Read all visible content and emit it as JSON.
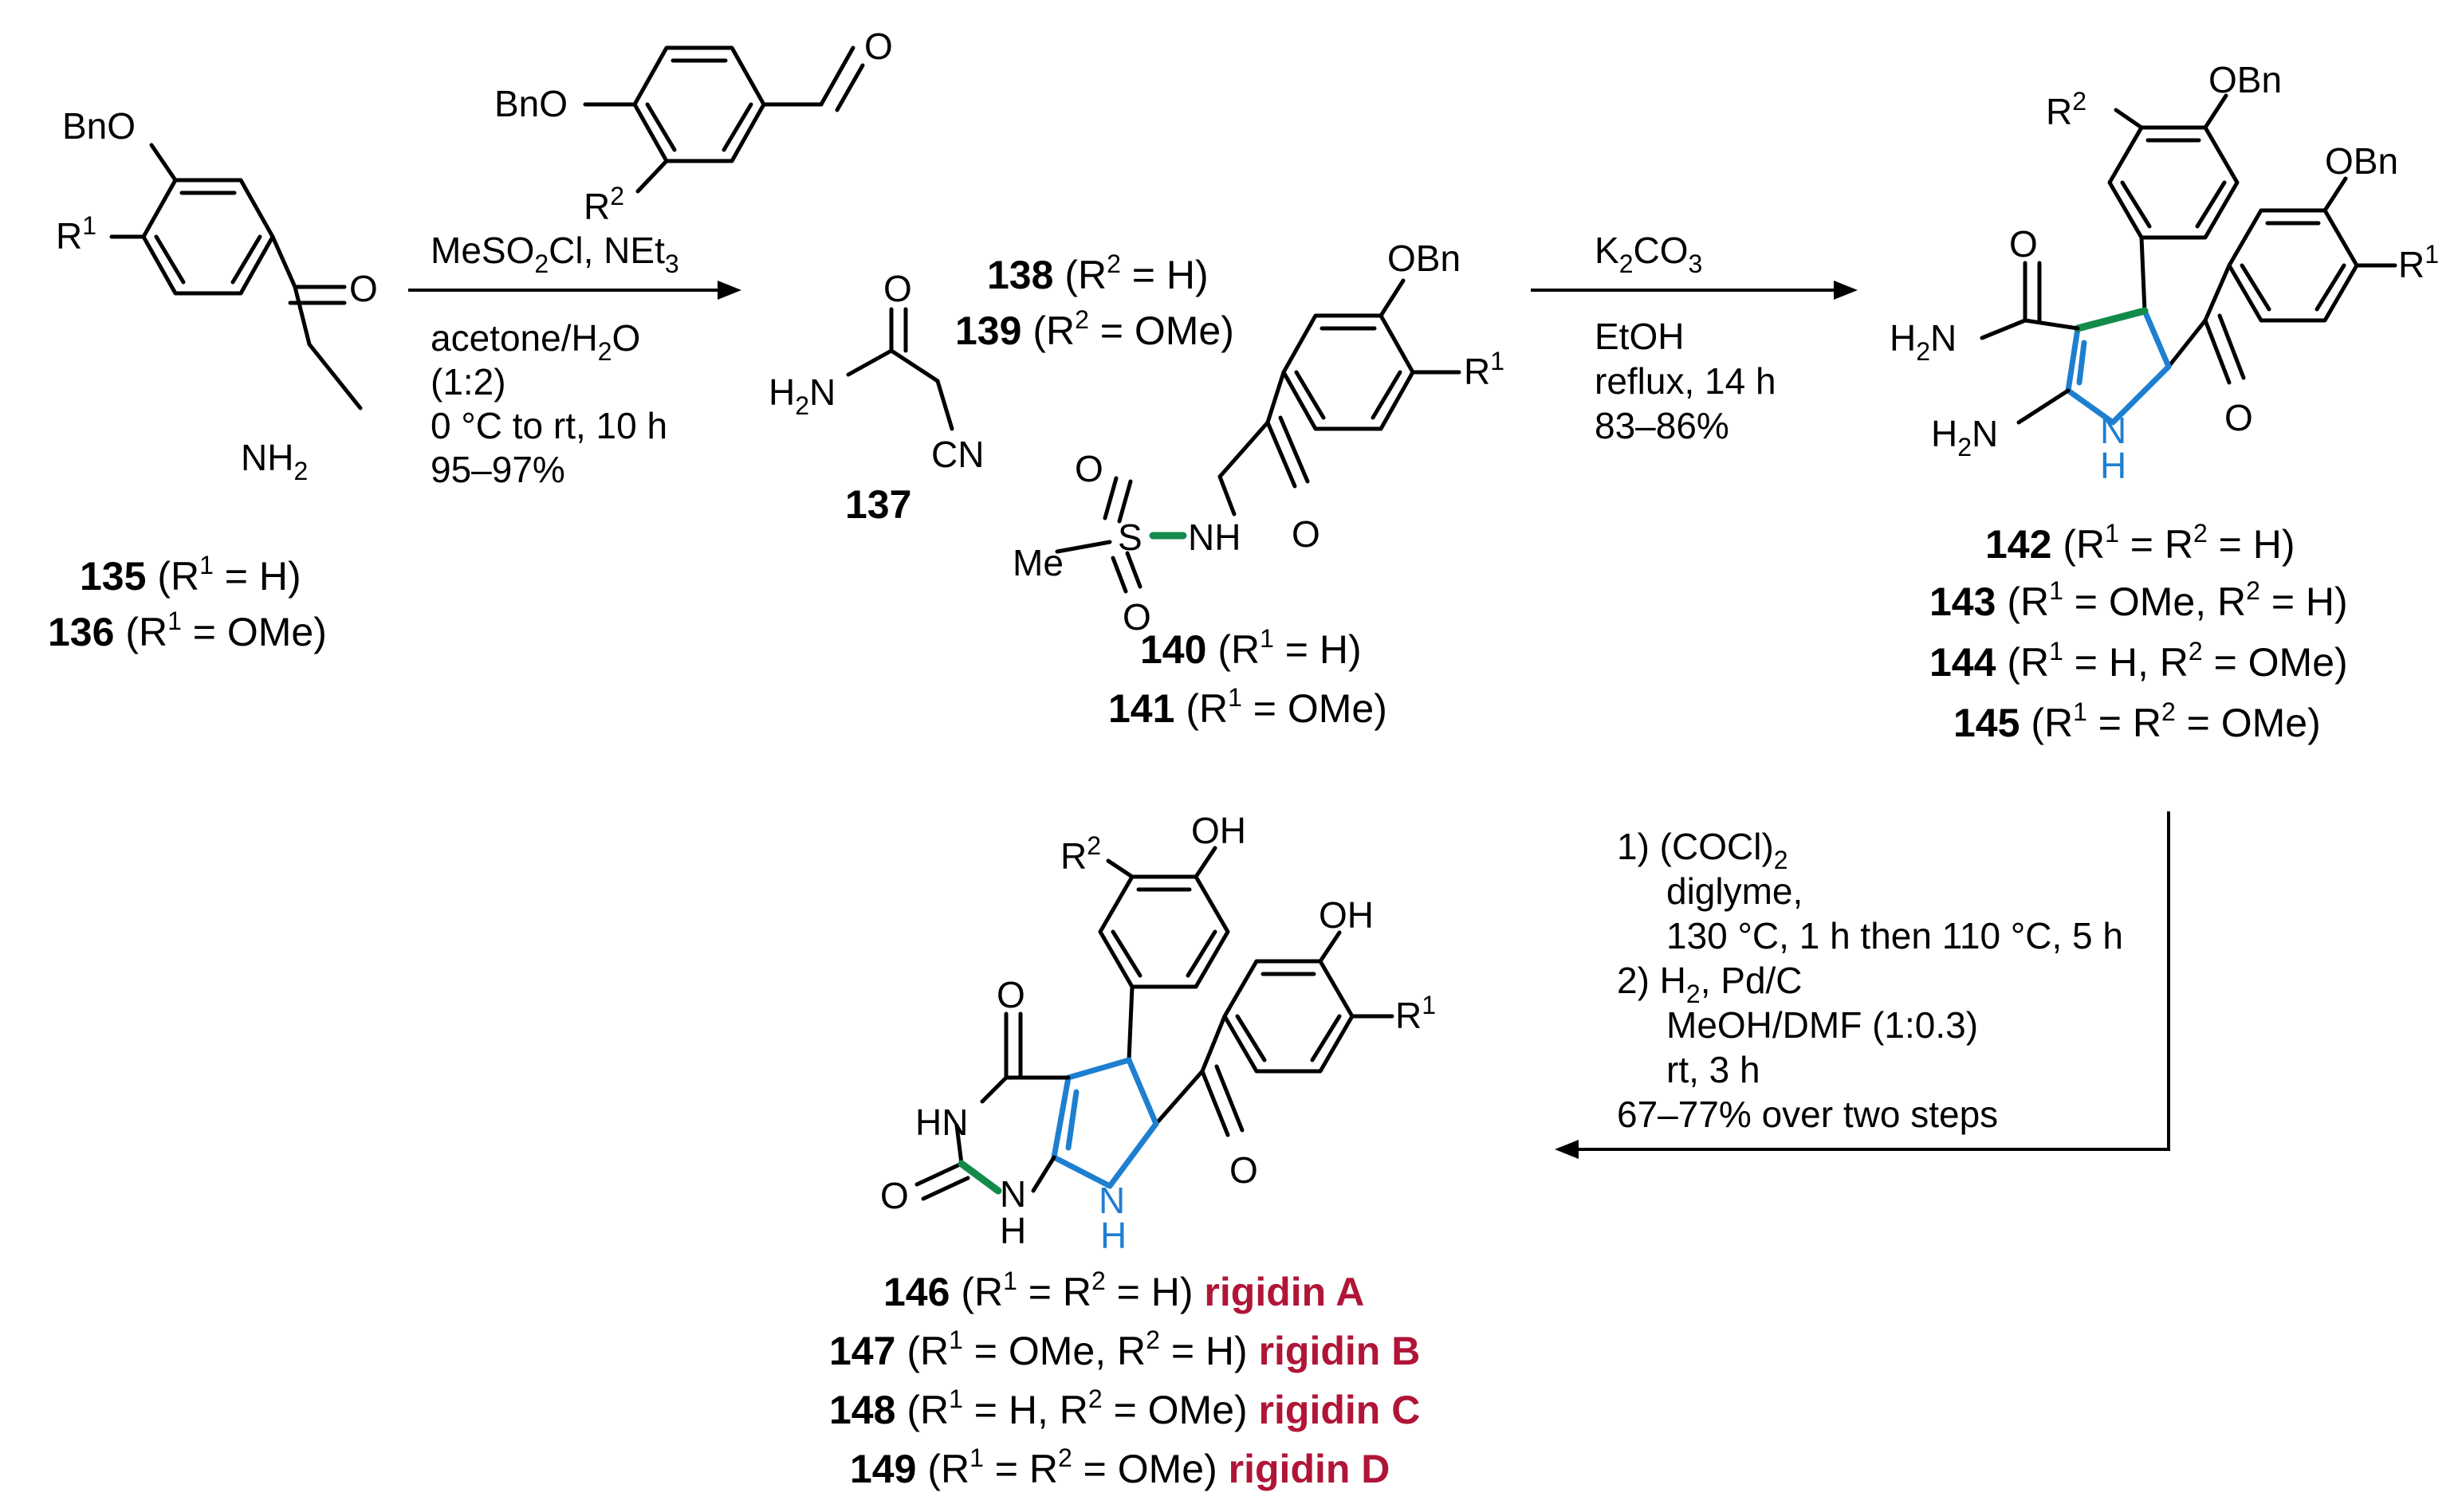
{
  "figure": "reaction-scheme",
  "colors": {
    "natural_product": "#b01537",
    "pyrrole_ring": "#1e7fd1",
    "formed_bond": "#138a4a"
  },
  "reactant": {
    "substituent_top": "BnO",
    "substituent_r1": "R",
    "substituent_r1_sup": "1",
    "amine": "NH",
    "amine_sub": "2",
    "carbonyl": "O"
  },
  "reactant_labels": [
    {
      "num": "135",
      "pre": " (R",
      "sup": "1",
      "post": " = H)"
    },
    {
      "num": "136",
      "pre": " (R",
      "sup": "1",
      "post": " = OMe)"
    }
  ],
  "step1": {
    "line1_a": "MeSO",
    "line1_sub": "2",
    "line1_b": "Cl, NEt",
    "line1_sub2": "3",
    "line2_a": "acetone/H",
    "line2_sub": "2",
    "line2_b": "O",
    "line3": "(1:2)",
    "line4": "0 °C to rt, 10 h",
    "line5": "95–97%"
  },
  "aldehyde": {
    "substituent": "BnO",
    "r2": "R",
    "r2_sup": "2",
    "carbonyl": "O",
    "labels": [
      {
        "num": "138",
        "pre": " (R",
        "sup": "2",
        "post": " = H)"
      },
      {
        "num": "139",
        "pre": " (R",
        "sup": "2",
        "post": " = OMe)"
      }
    ]
  },
  "cyanoacetamide": {
    "o": "O",
    "h2n_a": "H",
    "h2n_sub": "2",
    "h2n_b": "N",
    "cn": "CN",
    "num": "137"
  },
  "sulfonamide": {
    "obn": "OBn",
    "r1": "R",
    "r1_sup": "1",
    "o1": "O",
    "o2": "O",
    "s": "S",
    "me": "Me",
    "nh": "NH",
    "carbonyl": "O",
    "labels": [
      {
        "num": "140",
        "pre": " (R",
        "sup": "1",
        "post": " = H)"
      },
      {
        "num": "141",
        "pre": " (R",
        "sup": "1",
        "post": " = OMe)"
      }
    ]
  },
  "step2": {
    "line1_a": "K",
    "line1_sub": "2",
    "line1_b": "CO",
    "line1_sub2": "3",
    "line2": "EtOH",
    "line3": "reflux, 14 h",
    "line4": "83–86%"
  },
  "pyrrole": {
    "r2": "R",
    "r2_sup": "2",
    "obn1": "OBn",
    "obn2": "OBn",
    "r1": "R",
    "r1_sup": "1",
    "amide_o": "O",
    "h2n1_a": "H",
    "h2n1_sub": "2",
    "h2n1_b": "N",
    "h2n2_a": "H",
    "h2n2_sub": "2",
    "h2n2_b": "N",
    "nh_n": "N",
    "nh_h": "H",
    "ketone_o": "O",
    "labels": [
      {
        "num": "142",
        "pre": " (R",
        "sup": "1",
        "mid": " = R",
        "sup2": "2",
        "post": " = H)"
      },
      {
        "num": "143",
        "pre": " (R",
        "sup": "1",
        "mid": " = OMe, R",
        "sup2": "2",
        "post": " = H)"
      },
      {
        "num": "144",
        "pre": " (R",
        "sup": "1",
        "mid": " = H, R",
        "sup2": "2",
        "post": " = OMe)"
      },
      {
        "num": "145",
        "pre": " (R",
        "sup": "1",
        "mid": " = R",
        "sup2": "2",
        "post": " = OMe)"
      }
    ]
  },
  "step3": {
    "l1_a": "1) (COCl)",
    "l1_sub": "2",
    "l2": "diglyme,",
    "l3": "130 °C, 1 h then 110 °C, 5 h",
    "l4_a": "2) H",
    "l4_sub": "2",
    "l4_b": ", Pd/C",
    "l5": "MeOH/DMF (1:0.3)",
    "l6": "rt, 3 h",
    "l7": "67–77% over two steps"
  },
  "product": {
    "r2": "R",
    "r2_sup": "2",
    "oh1": "OH",
    "oh2": "OH",
    "r1": "R",
    "r1_sup": "1",
    "o_top": "O",
    "hn": "HN",
    "o_left": "O",
    "nh_n": "N",
    "nh_h": "H",
    "pyr_n": "N",
    "pyr_h": "H",
    "ketone_o": "O",
    "labels": [
      {
        "num": "146",
        "pre": " (R",
        "sup": "1",
        "mid": " = R",
        "sup2": "2",
        "post": " = H) ",
        "name": "rigidin A"
      },
      {
        "num": "147",
        "pre": " (R",
        "sup": "1",
        "mid": " = OMe, R",
        "sup2": "2",
        "post": " = H) ",
        "name": "rigidin B"
      },
      {
        "num": "148",
        "pre": " (R",
        "sup": "1",
        "mid": " = H, R",
        "sup2": "2",
        "post": " = OMe) ",
        "name": "rigidin C"
      },
      {
        "num": "149",
        "pre": " (R",
        "sup": "1",
        "mid": " = R",
        "sup2": "2",
        "post": " = OMe) ",
        "name": "rigidin D"
      }
    ]
  }
}
